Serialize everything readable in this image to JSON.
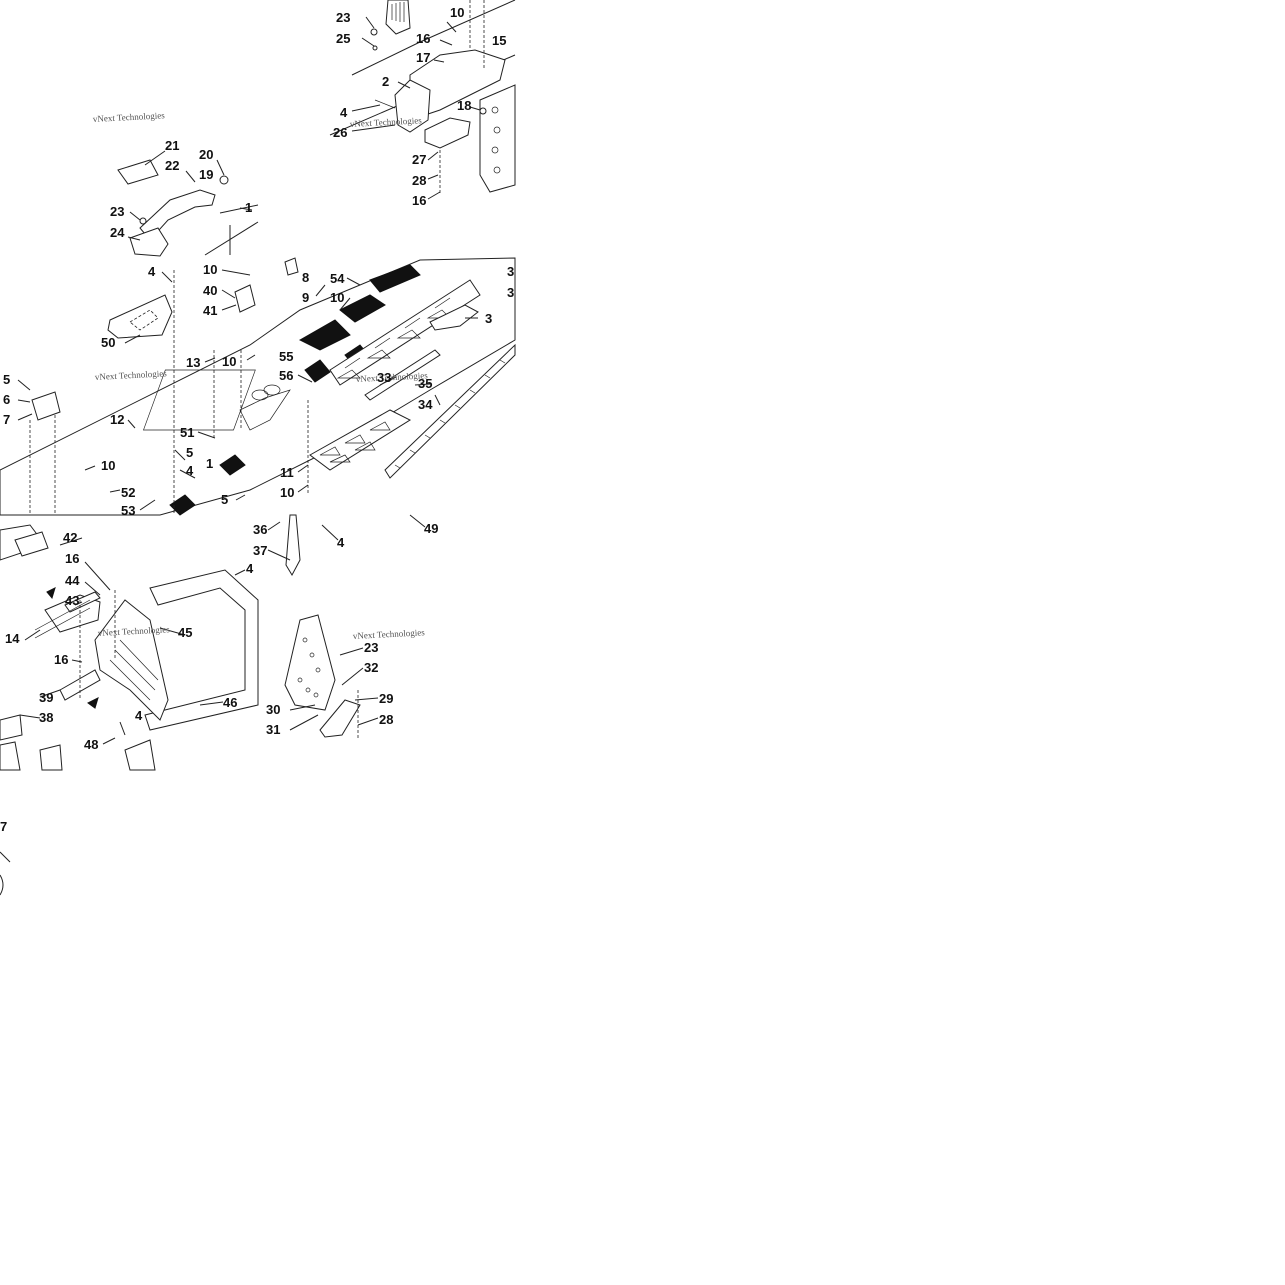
{
  "diagram": {
    "watermark": "vNext Technologies",
    "callouts": [
      "23",
      "25",
      "10",
      "16",
      "15",
      "17",
      "2",
      "18",
      "4",
      "26",
      "27",
      "28",
      "16",
      "21",
      "22",
      "20",
      "19",
      "1",
      "23",
      "24",
      "4",
      "10",
      "40",
      "41",
      "50",
      "8",
      "9",
      "54",
      "10",
      "3",
      "3",
      "3",
      "55",
      "13",
      "10",
      "56",
      "33",
      "35",
      "34",
      "5",
      "6",
      "7",
      "12",
      "51",
      "5",
      "4",
      "1",
      "10",
      "52",
      "53",
      "5",
      "11",
      "10",
      "36",
      "37",
      "4",
      "49",
      "42",
      "16",
      "44",
      "43",
      "4",
      "45",
      "14",
      "16",
      "39",
      "38",
      "46",
      "4",
      "48",
      "23",
      "32",
      "29",
      "30",
      "31",
      "28",
      "7"
    ]
  }
}
